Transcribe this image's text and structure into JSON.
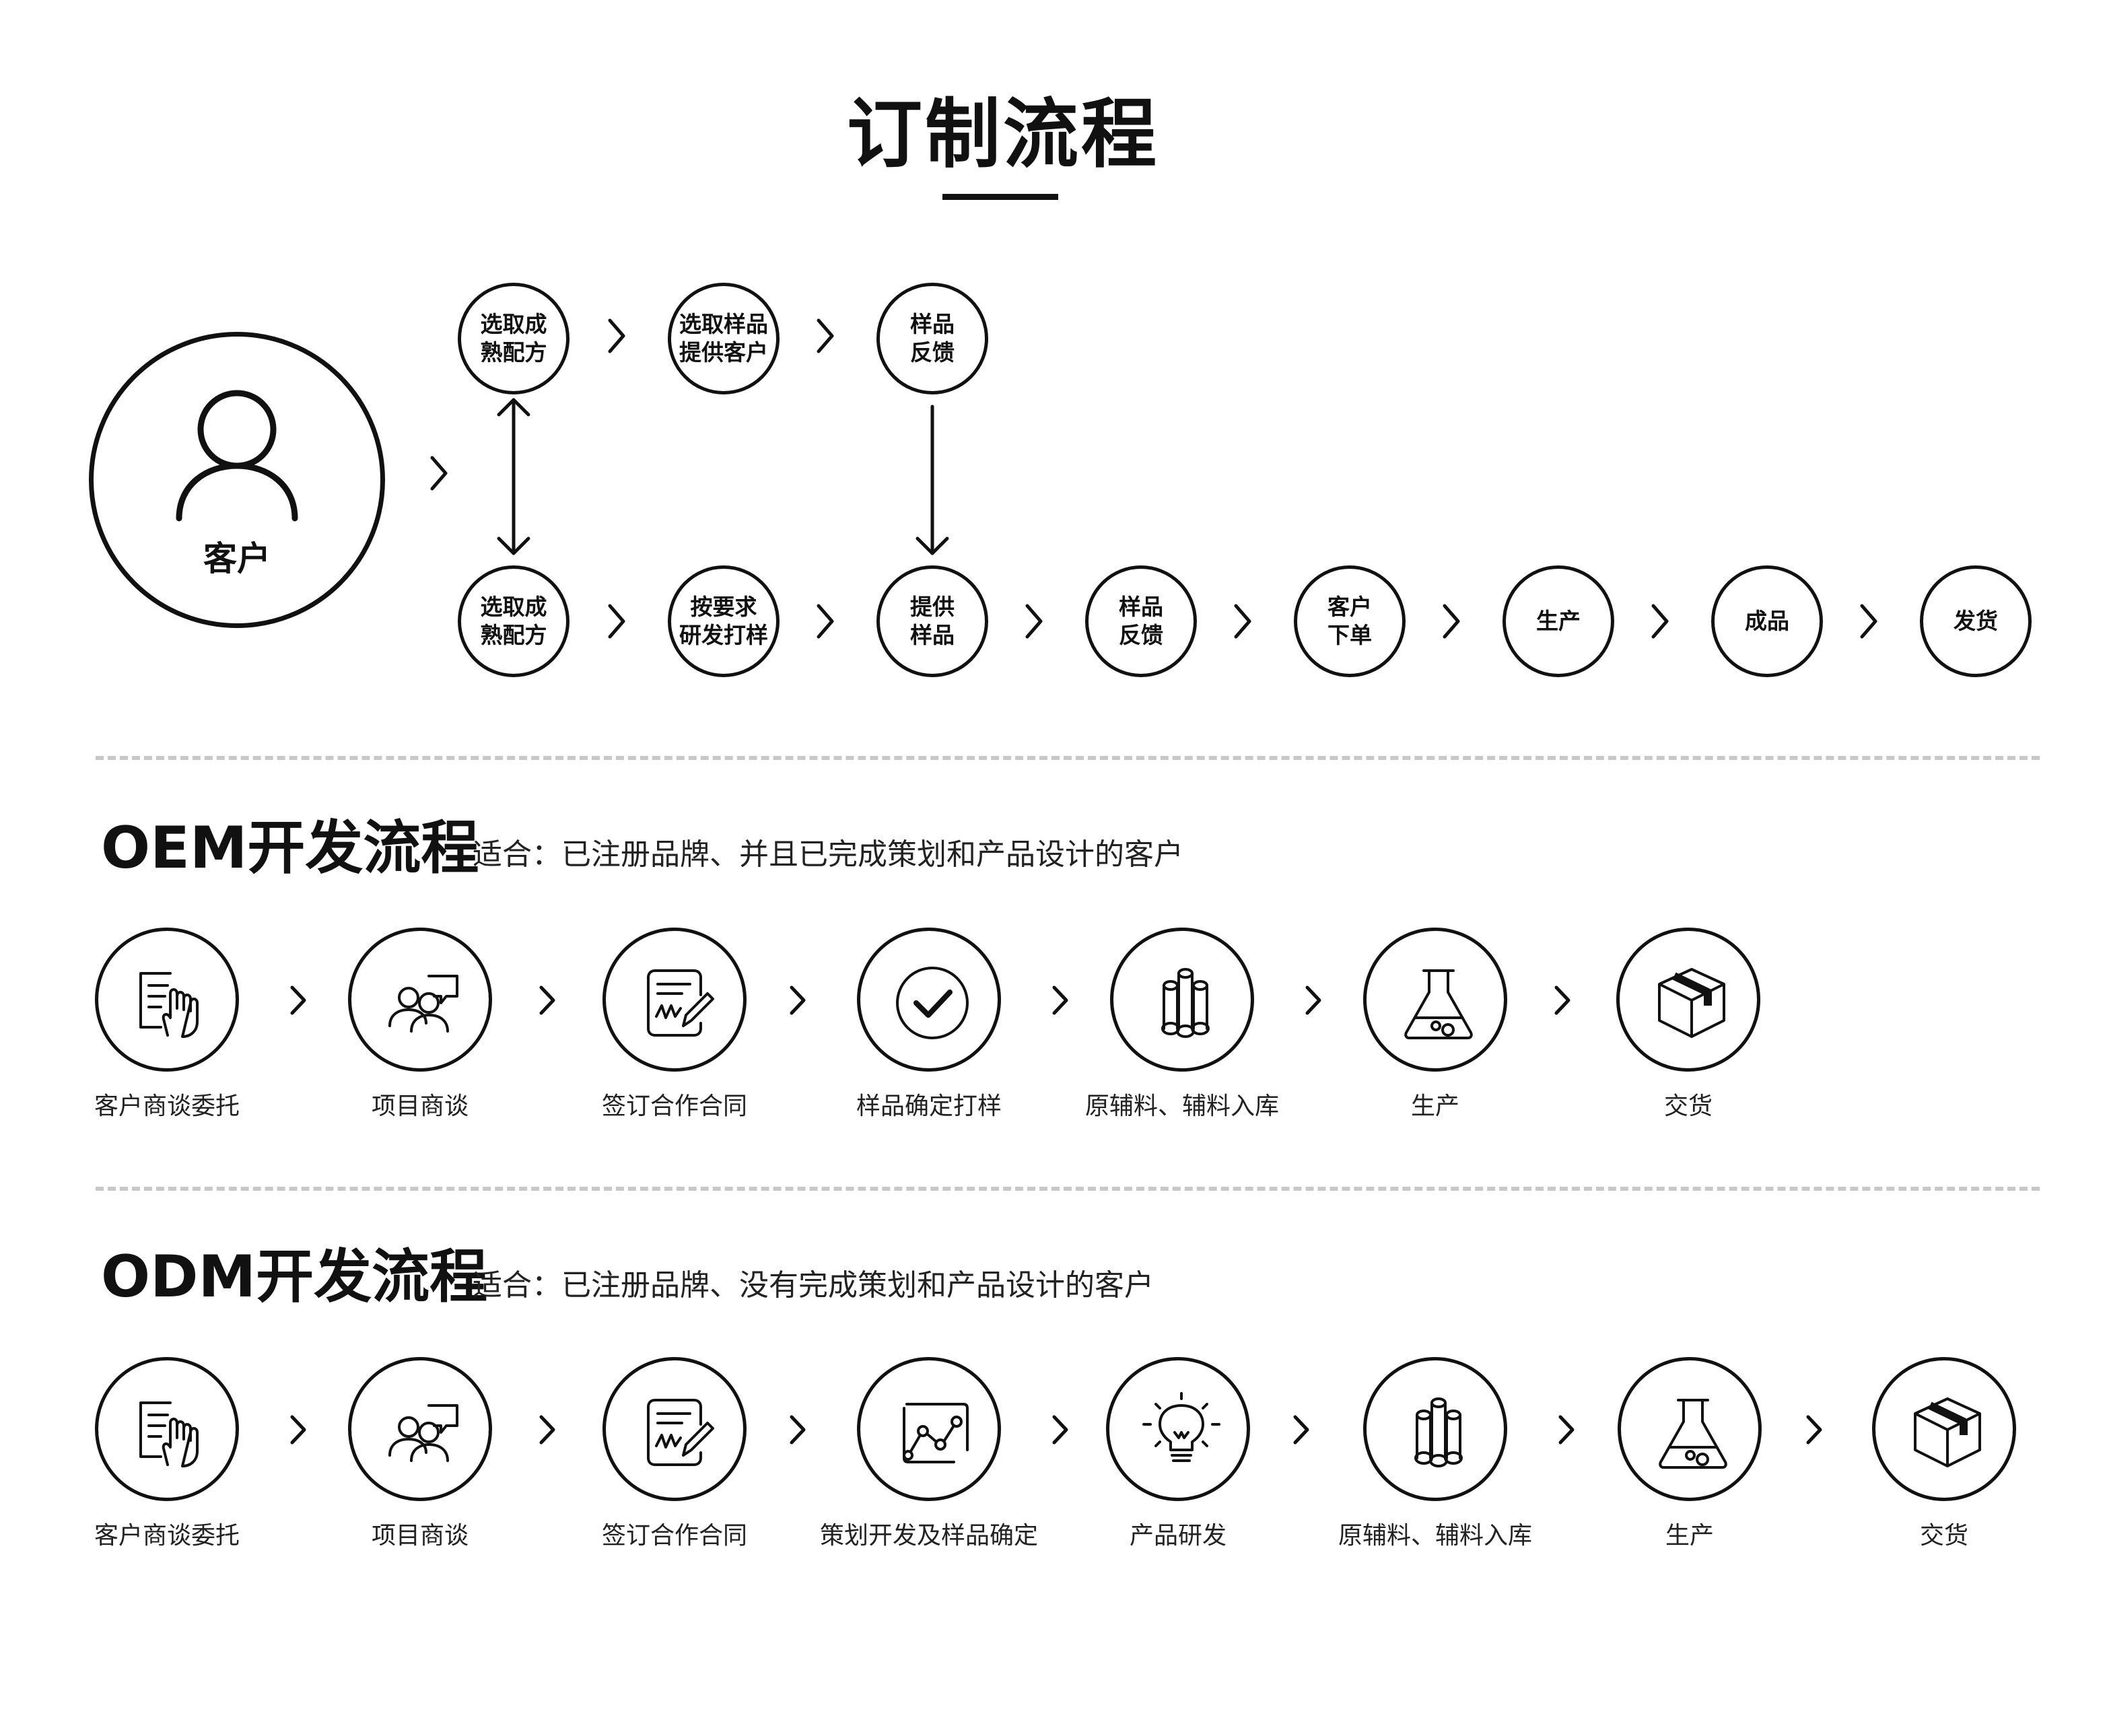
{
  "title": "订制流程",
  "customer": {
    "label": "客户",
    "icon": "user-icon"
  },
  "custom_flow": {
    "top_row": [
      "选取成\n熟配方",
      "选取样品\n提供客户",
      "样品\n反馈"
    ],
    "bottom_row": [
      "选取成\n熟配方",
      "按要求\n研发打样",
      "提供\n样品",
      "样品\n反馈",
      "客户\n下单",
      "生产",
      "成品",
      "发货"
    ]
  },
  "oem": {
    "title": "OEM开发流程",
    "subtitle": "适合：已注册品牌、并且已完成策划和产品设计的客户",
    "steps": [
      {
        "label": "客户商谈委托",
        "icon": "document-hand-icon"
      },
      {
        "label": "项目商谈",
        "icon": "people-chat-icon"
      },
      {
        "label": "签订合作合同",
        "icon": "contract-sign-icon"
      },
      {
        "label": "样品确定打样",
        "icon": "check-circle-icon"
      },
      {
        "label": "原辅料、辅料入库",
        "icon": "material-rolls-icon"
      },
      {
        "label": "生产",
        "icon": "flask-icon"
      },
      {
        "label": "交货",
        "icon": "package-box-icon"
      }
    ]
  },
  "odm": {
    "title": "ODM开发流程",
    "subtitle": "适合：已注册品牌、没有完成策划和产品设计的客户",
    "steps": [
      {
        "label": "客户商谈委托",
        "icon": "document-hand-icon"
      },
      {
        "label": "项目商谈",
        "icon": "people-chat-icon"
      },
      {
        "label": "签订合作合同",
        "icon": "contract-sign-icon"
      },
      {
        "label": "策划开发及样品确定",
        "icon": "chart-board-icon"
      },
      {
        "label": "产品研发",
        "icon": "lightbulb-icon"
      },
      {
        "label": "原辅料、辅料入库",
        "icon": "material-rolls-icon"
      },
      {
        "label": "生产",
        "icon": "flask-icon"
      },
      {
        "label": "交货",
        "icon": "package-box-icon"
      }
    ]
  }
}
